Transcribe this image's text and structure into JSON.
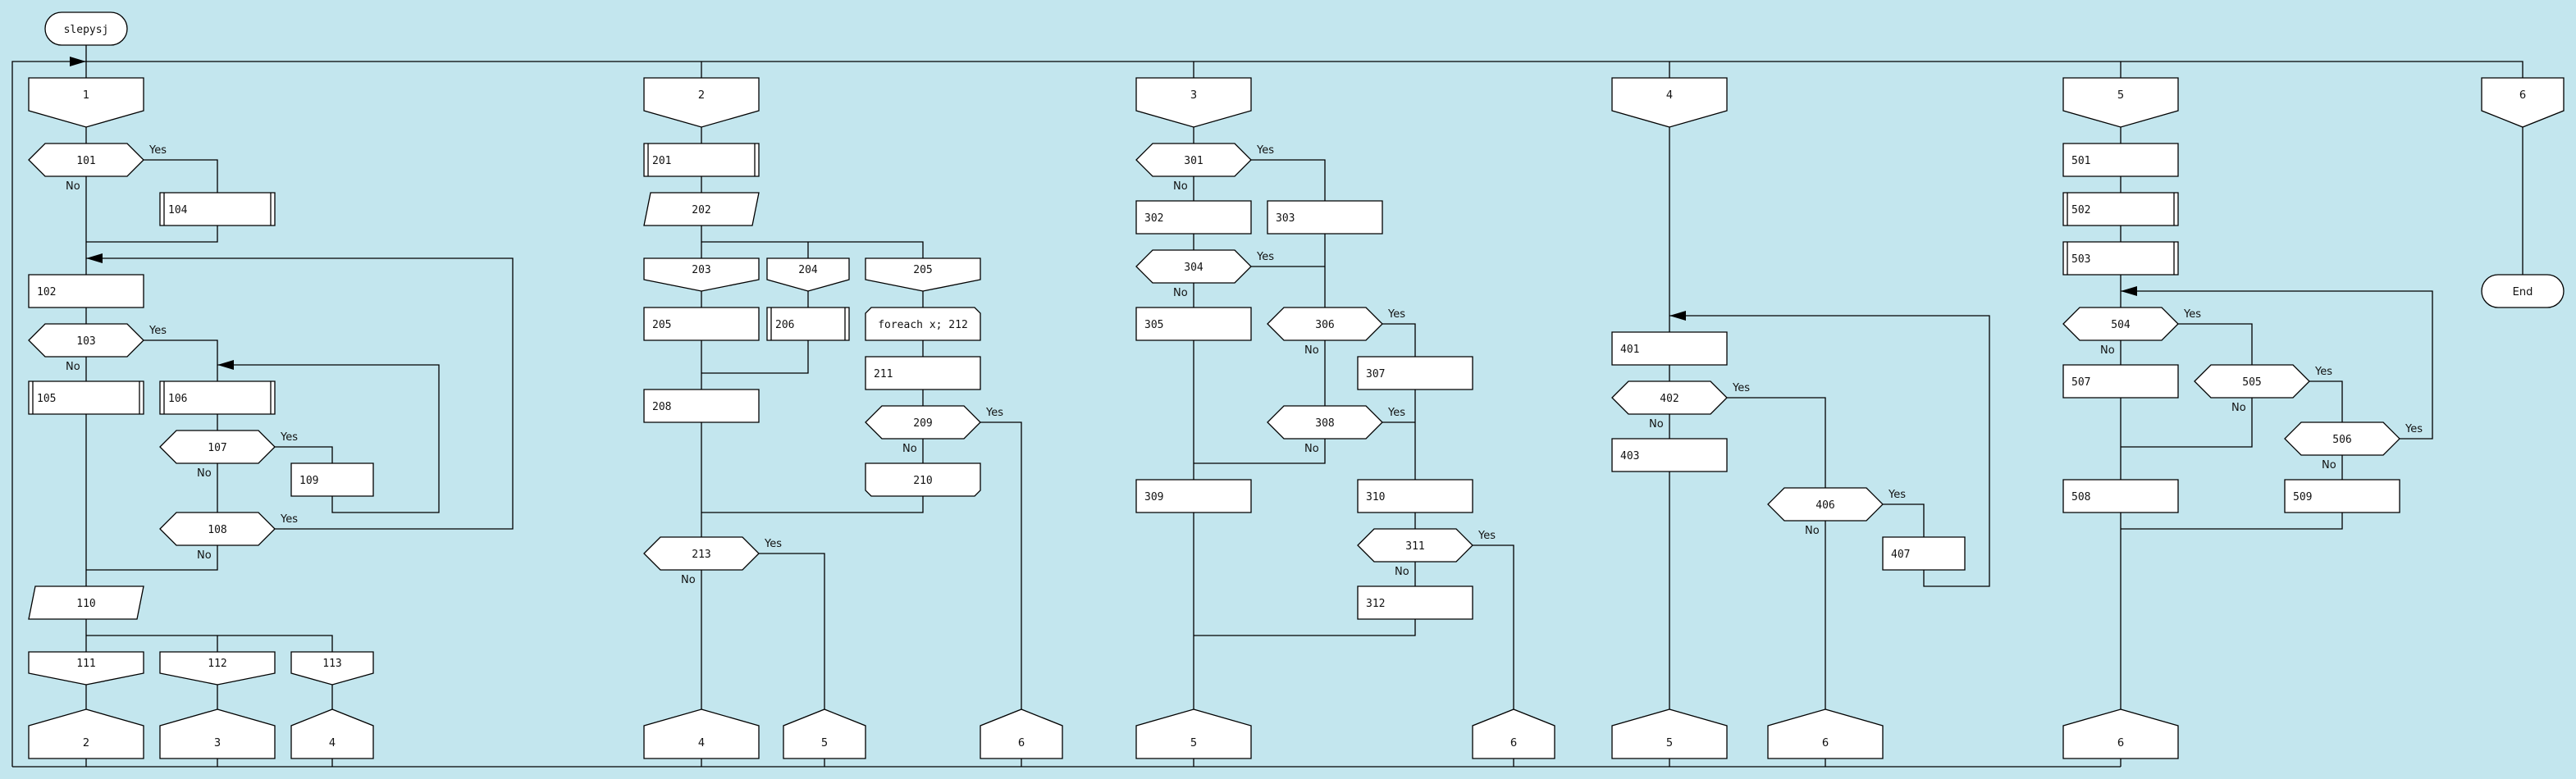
{
  "diagram": {
    "title": "slepysj",
    "background_color": "#c3e6ee",
    "node_fill": "#ffffff",
    "line_color": "#000000",
    "branch_labels": {
      "yes": "Yes",
      "no": "No"
    },
    "nodes": {
      "start": {
        "type": "terminal",
        "text": "slepysj"
      },
      "end": {
        "type": "terminal",
        "text": "End"
      },
      "s1": {
        "type": "section",
        "text": "1"
      },
      "s2": {
        "type": "section",
        "text": "2"
      },
      "s3": {
        "type": "section",
        "text": "3"
      },
      "s4": {
        "type": "section",
        "text": "4"
      },
      "s5": {
        "type": "section",
        "text": "5"
      },
      "s6": {
        "type": "section",
        "text": "6"
      },
      "n101": {
        "type": "decision",
        "text": "101"
      },
      "n102": {
        "type": "process",
        "text": "102"
      },
      "n103": {
        "type": "decision",
        "text": "103"
      },
      "n104": {
        "type": "subroutine",
        "text": "104"
      },
      "n105": {
        "type": "subroutine",
        "text": "105"
      },
      "n106": {
        "type": "subroutine",
        "text": "106"
      },
      "n107": {
        "type": "decision",
        "text": "107"
      },
      "n108": {
        "type": "decision",
        "text": "108"
      },
      "n109": {
        "type": "process",
        "text": "109"
      },
      "n110": {
        "type": "io",
        "text": "110"
      },
      "n111": {
        "type": "case",
        "text": "111"
      },
      "n112": {
        "type": "case",
        "text": "112"
      },
      "n113": {
        "type": "case",
        "text": "113"
      },
      "o1_2": {
        "type": "offpage",
        "text": "2"
      },
      "o1_3": {
        "type": "offpage",
        "text": "3"
      },
      "o1_4": {
        "type": "offpage",
        "text": "4"
      },
      "n201": {
        "type": "subroutine",
        "text": "201"
      },
      "n202": {
        "type": "io",
        "text": "202"
      },
      "n203": {
        "type": "case",
        "text": "203"
      },
      "n204": {
        "type": "case",
        "text": "204"
      },
      "n205c": {
        "type": "case",
        "text": "205"
      },
      "n205": {
        "type": "process",
        "text": "205"
      },
      "n206": {
        "type": "subroutine",
        "text": "206"
      },
      "n212": {
        "type": "loop_start",
        "text": "foreach x; 212"
      },
      "n208": {
        "type": "process",
        "text": "208"
      },
      "n211": {
        "type": "process",
        "text": "211"
      },
      "n209": {
        "type": "decision",
        "text": "209"
      },
      "n210": {
        "type": "loop_end",
        "text": "210"
      },
      "n213": {
        "type": "decision",
        "text": "213"
      },
      "o2_4": {
        "type": "offpage",
        "text": "4"
      },
      "o2_5": {
        "type": "offpage",
        "text": "5"
      },
      "o2_6": {
        "type": "offpage",
        "text": "6"
      },
      "n301": {
        "type": "decision",
        "text": "301"
      },
      "n302": {
        "type": "process",
        "text": "302"
      },
      "n303": {
        "type": "process",
        "text": "303"
      },
      "n304": {
        "type": "decision",
        "text": "304"
      },
      "n305": {
        "type": "process",
        "text": "305"
      },
      "n306": {
        "type": "decision",
        "text": "306"
      },
      "n307": {
        "type": "process",
        "text": "307"
      },
      "n308": {
        "type": "decision",
        "text": "308"
      },
      "n309": {
        "type": "process",
        "text": "309"
      },
      "n310": {
        "type": "process",
        "text": "310"
      },
      "n311": {
        "type": "decision",
        "text": "311"
      },
      "n312": {
        "type": "process",
        "text": "312"
      },
      "o3_5": {
        "type": "offpage",
        "text": "5"
      },
      "o3_6": {
        "type": "offpage",
        "text": "6"
      },
      "n401": {
        "type": "process",
        "text": "401"
      },
      "n402": {
        "type": "decision",
        "text": "402"
      },
      "n403": {
        "type": "process",
        "text": "403"
      },
      "n406": {
        "type": "decision",
        "text": "406"
      },
      "n407": {
        "type": "process",
        "text": "407"
      },
      "o4_5": {
        "type": "offpage",
        "text": "5"
      },
      "o4_6": {
        "type": "offpage",
        "text": "6"
      },
      "n501": {
        "type": "process",
        "text": "501"
      },
      "n502": {
        "type": "subroutine",
        "text": "502"
      },
      "n503": {
        "type": "subroutine",
        "text": "503"
      },
      "n504": {
        "type": "decision",
        "text": "504"
      },
      "n505": {
        "type": "decision",
        "text": "505"
      },
      "n506": {
        "type": "decision",
        "text": "506"
      },
      "n507": {
        "type": "process",
        "text": "507"
      },
      "n508": {
        "type": "process",
        "text": "508"
      },
      "n509": {
        "type": "process",
        "text": "509"
      },
      "o5_6": {
        "type": "offpage",
        "text": "6"
      }
    },
    "decisions": [
      {
        "id": "n101",
        "yes_to": "n104",
        "no_to": "n102"
      },
      {
        "id": "n103",
        "yes_to": "n106",
        "no_to": "n105"
      },
      {
        "id": "n107",
        "yes_to": "n109",
        "no_to": "n108"
      },
      {
        "id": "n108",
        "yes_to": "n102",
        "no_to": "n110"
      },
      {
        "id": "n209",
        "yes_to": "o2_6",
        "no_to": "n210"
      },
      {
        "id": "n213",
        "yes_to": "o2_5",
        "no_to": "o2_4"
      },
      {
        "id": "n301",
        "yes_to": "n303",
        "no_to": "n302"
      },
      {
        "id": "n304",
        "yes_to": "n306",
        "no_to": "n305"
      },
      {
        "id": "n306",
        "yes_to": "n307",
        "no_to": "n308"
      },
      {
        "id": "n308",
        "yes_to": "n310",
        "no_to": "n309"
      },
      {
        "id": "n311",
        "yes_to": "o3_6",
        "no_to": "n312"
      },
      {
        "id": "n402",
        "yes_to": "n406",
        "no_to": "n403"
      },
      {
        "id": "n406",
        "yes_to": "n407",
        "no_to": "o4_6"
      },
      {
        "id": "n504",
        "yes_to": "n505",
        "no_to": "n507"
      },
      {
        "id": "n505",
        "yes_to": "n506",
        "no_to": "n508"
      },
      {
        "id": "n506",
        "yes_to": "n504",
        "no_to": "n509"
      }
    ]
  }
}
